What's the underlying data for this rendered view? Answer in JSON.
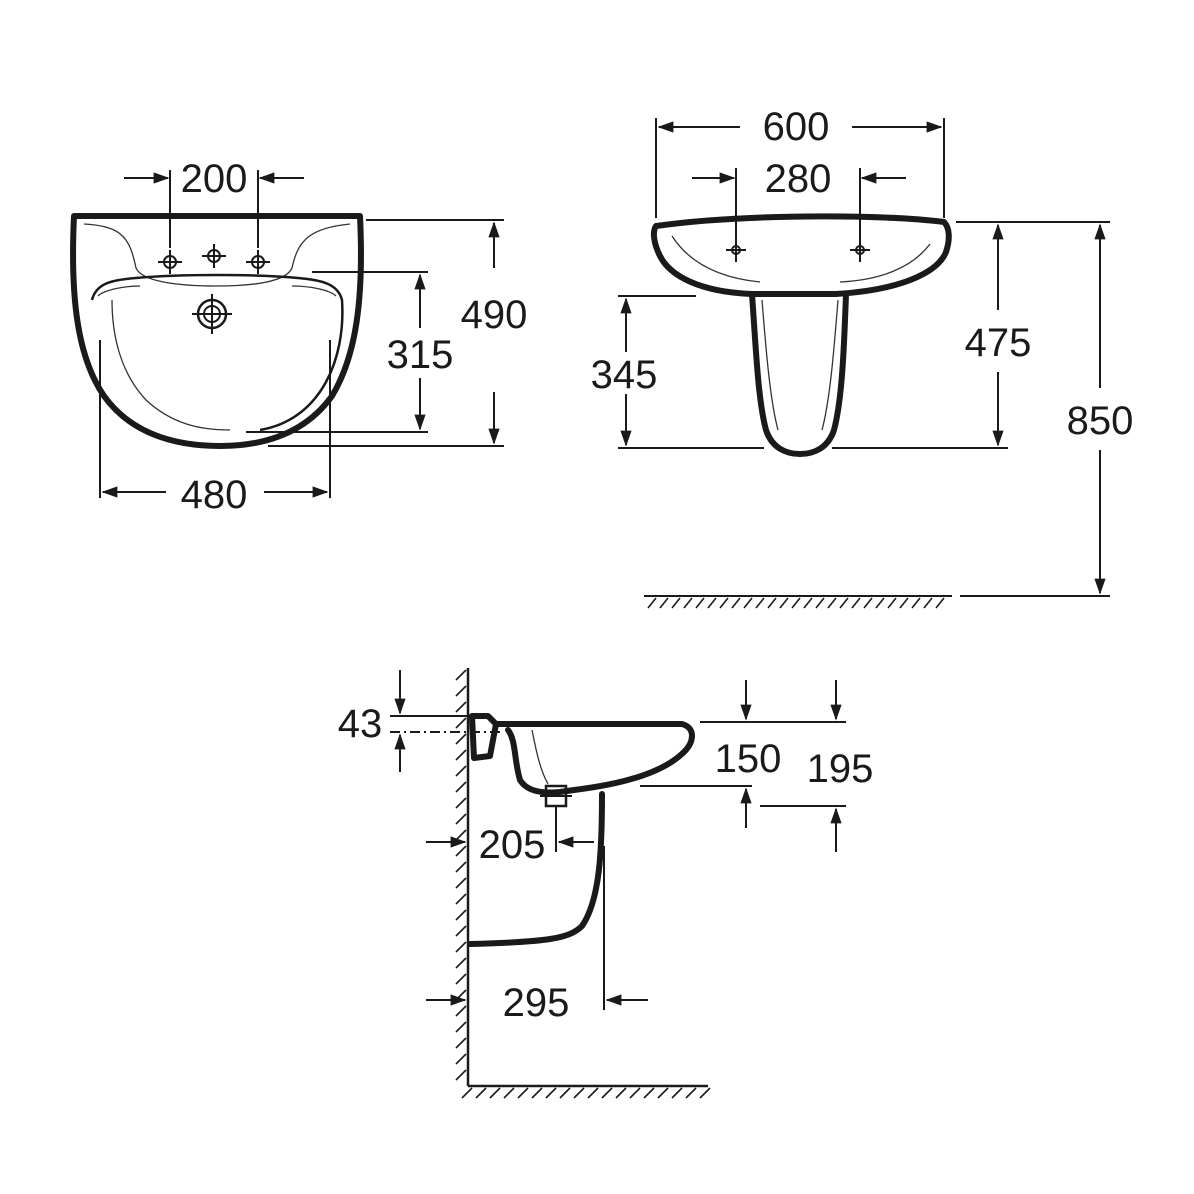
{
  "front_view": {
    "tap_spacing": "200",
    "overall_depth": "490",
    "bowl_depth": "315",
    "bowl_width": "480"
  },
  "elevation_view": {
    "overall_width": "600",
    "tap_spacing": "280",
    "pedestal_height": "345",
    "basin_height": "475",
    "rim_height_from_floor": "850"
  },
  "side_view": {
    "rim_thickness": "43",
    "bowl_depth": "150",
    "overall_depth": "195",
    "trap_outlet_offset": "205",
    "pedestal_offset": "295"
  }
}
